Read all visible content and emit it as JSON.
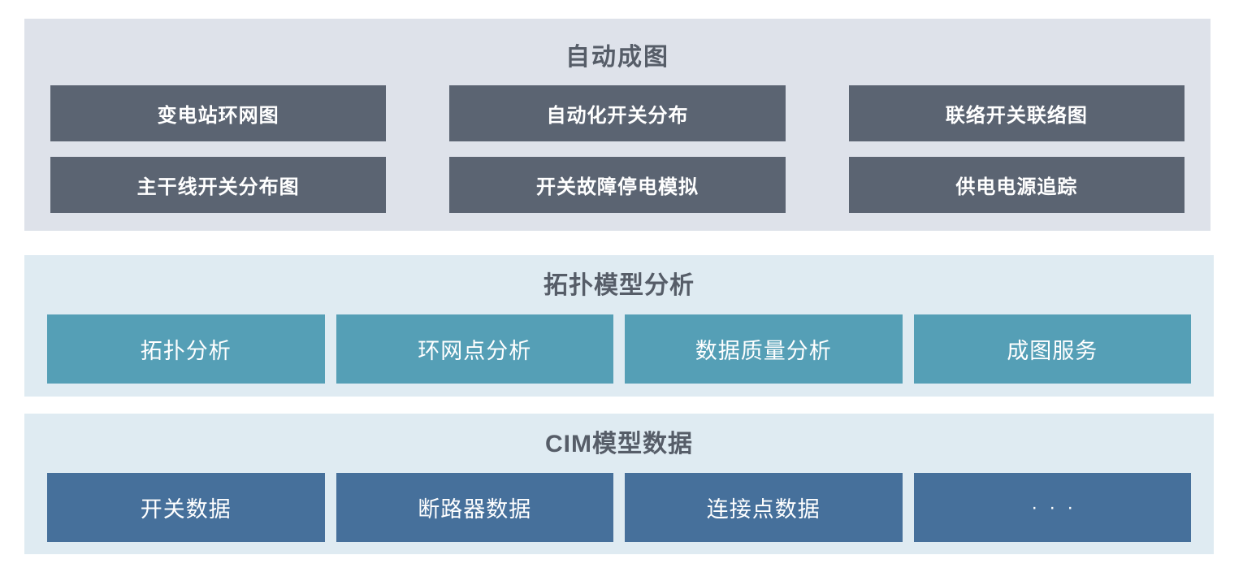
{
  "colors": {
    "page_bg": "#ffffff",
    "top_panel_bg": "#dee2ea",
    "top_block_bg": "#5b6472",
    "light_panel_bg": "#dfebf2",
    "teal_block_bg": "#559fb6",
    "blue_block_bg": "#46709b",
    "title_text": "#565d68",
    "block_text": "#ffffff"
  },
  "sections": [
    {
      "title": "自动成图",
      "items": [
        "变电站环网图",
        "自动化开关分布",
        "联络开关联络图",
        "主干线开关分布图",
        "开关故障停电模拟",
        "供电电源追踪"
      ]
    },
    {
      "title": "拓扑模型分析",
      "items": [
        "拓扑分析",
        "环网点分析",
        "数据质量分析",
        "成图服务"
      ]
    },
    {
      "title": "CIM模型数据",
      "items": [
        "开关数据",
        "断路器数据",
        "连接点数据",
        "···"
      ]
    }
  ]
}
